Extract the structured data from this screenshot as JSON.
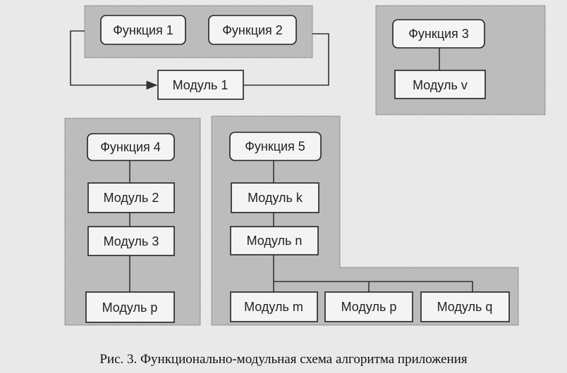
{
  "nodes": {
    "f1": "Функция 1",
    "f2": "Функция 2",
    "f3": "Функция 3",
    "f4": "Функция 4",
    "f5": "Функция 5",
    "m1": "Модуль 1",
    "mv": "Модуль v",
    "m2": "Модуль 2",
    "m3": "Модуль 3",
    "mp_left": "Модуль р",
    "mk": "Модуль k",
    "mn": "Модуль n",
    "mm": "Модуль m",
    "mp_right": "Модуль р",
    "mq": "Модуль q"
  },
  "caption": "Рис. 3. Функционально-модульная схема алгоритма приложения"
}
